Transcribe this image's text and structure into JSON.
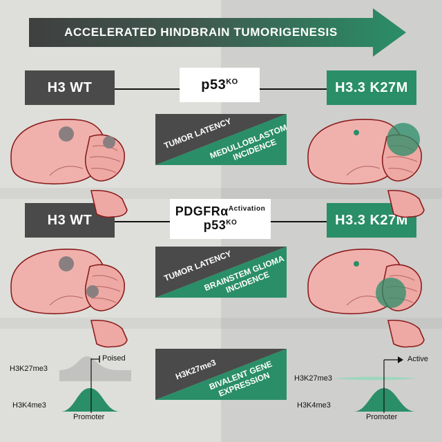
{
  "header": {
    "title": "ACCELERATED HINDBRAIN TUMORIGENESIS"
  },
  "colors": {
    "dark": "#4a4a4a",
    "green": "#2a8e68",
    "brain": "#f0b1ad",
    "brain_outline": "#8a1c1c",
    "tumor_gray": "#8a7f80"
  },
  "row1": {
    "left_label": "H3 WT",
    "right_label": "H3.3 K27M",
    "center_main": "p53",
    "center_sup": "KO",
    "latency": "TUMOR LATENCY",
    "incidence_line1": "MEDULLOBLASTOMA",
    "incidence_line2": "INCIDENCE"
  },
  "row2": {
    "left_label": "H3 WT",
    "right_label": "H3.3 K27M",
    "center_main1": "PDGFRα",
    "center_sup1": "Activation",
    "center_main2": "p53",
    "center_sup2": "KO",
    "latency": "TUMOR LATENCY",
    "incidence_line1": "BRAINSTEM GLIOMA",
    "incidence_line2": "INCIDENCE"
  },
  "row3": {
    "center_top": "H3K27me3",
    "center_bottom_line1": "BIVALENT GENE",
    "center_bottom_line2": "EXPRESSION",
    "left": {
      "top_label": "H3K27me3",
      "bottom_label": "H3K4me3",
      "promoter": "Promoter",
      "state": "Poised"
    },
    "right": {
      "top_label": "H3K27me3",
      "bottom_label": "H3K4me3",
      "promoter": "Promoter",
      "state": "Active"
    }
  }
}
